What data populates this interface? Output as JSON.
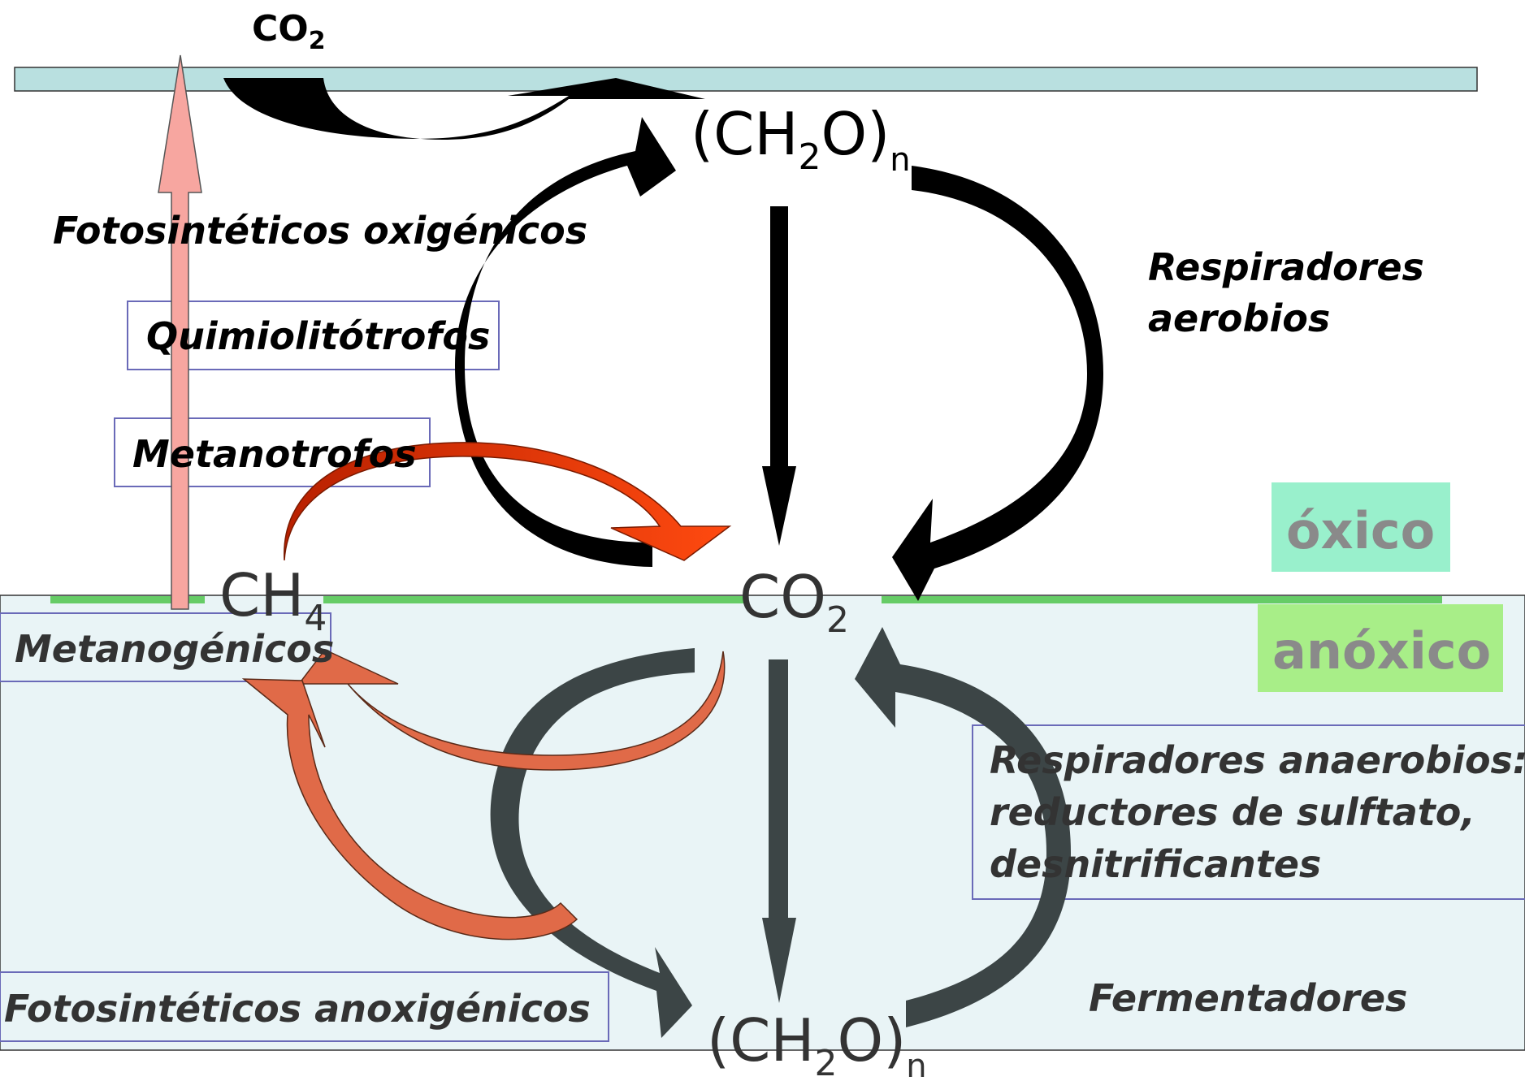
{
  "species": {
    "co2_top": "CO",
    "co2_top_sub": "2",
    "ch2o_top": "(CH",
    "ch2o_top_sub2": "2",
    "ch2o_top_mid": "O)",
    "ch2o_top_subn": "n",
    "co2_mid": "CO",
    "co2_mid_sub": "2",
    "ch4": "CH",
    "ch4_sub": "4",
    "ch2o_bottom": "(CH",
    "ch2o_bottom_sub2": "2",
    "ch2o_bottom_mid": "O)",
    "ch2o_bottom_subn": "n"
  },
  "labels": {
    "fotosinteticos_oxigenicos": "Fotosintéticos oxigénicos",
    "quimiolitotrofos": "Quimiolitótrofos",
    "metanotrofos": "Metanotrofos",
    "respiradores_aerobios_1": "Respiradores",
    "respiradores_aerobios_2": "aerobios",
    "metanogenicos": "Metanogénicos",
    "respiradores_anaerobios_1": "Respiradores anaerobios:",
    "respiradores_anaerobios_2": "reductores de sulftato,",
    "respiradores_anaerobios_3": "desnitrificantes",
    "fermentadores": "Fermentadores",
    "fotosinteticos_anoxigenicos": "Fotosintéticos anoxigénicos"
  },
  "zones": {
    "oxico": "óxico",
    "anoxico": "anóxico"
  },
  "colors": {
    "surface_band": "#b9e0e0",
    "anoxic_bg": "#e9f4f6",
    "interface_line": "#66cc66",
    "oxic_badge": "#99f0cc",
    "anoxic_badge": "#a8ee88",
    "zone_text": "#8a8a8a",
    "aerobic_arrows": "#000000",
    "anaerobic_arrows": "#3c4546",
    "methane_arrows": "#e06a48",
    "metanotrofo_arrow": "#cc2200",
    "vertical_arrow": "#f7a6a0",
    "box_border": "#6a6ab8"
  }
}
